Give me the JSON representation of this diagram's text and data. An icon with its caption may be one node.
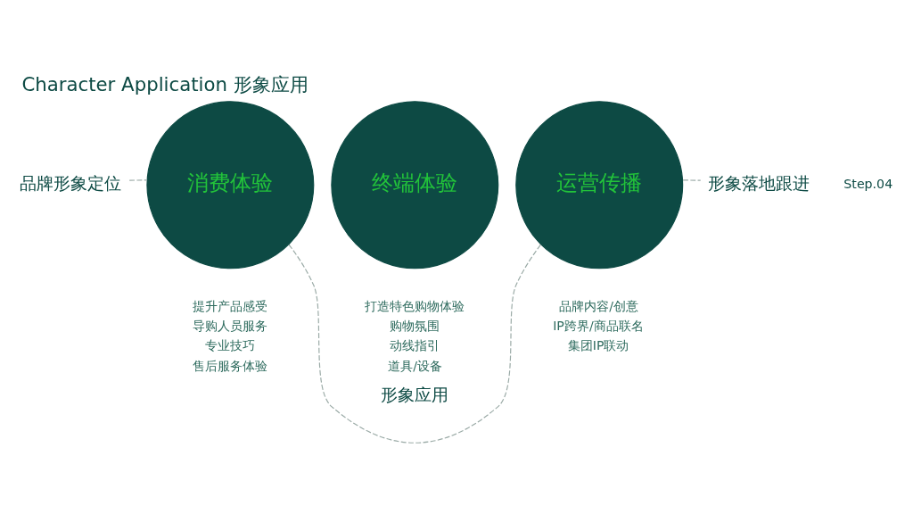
{
  "diagram": {
    "title": "Character Application 形象应用",
    "nodes": [
      {
        "text": [
          "品牌形象定位"
        ]
      },
      {
        "text": [
          "消费体验"
        ],
        "beside": [
          "提升产品感受",
          "导购人员服务",
          "专业技巧",
          "售后服务体验"
        ]
      },
      {
        "text": [
          "终端体验"
        ],
        "beside": [
          "打造特色购物体验",
          "购物氛围",
          "动线指引",
          "道具/设备"
        ]
      },
      {
        "text": [
          "运营传播"
        ],
        "beside": [
          "品牌内容/创意",
          "IP跨界/商品联名",
          "集团IP联动"
        ]
      },
      {
        "text": [
          "形象落地跟进"
        ]
      }
    ],
    "edges": [
      {
        "from": 0,
        "to": 1,
        "arrow": "none",
        "style": "dashed"
      },
      {
        "from": 1,
        "to": 3,
        "arrow": "none",
        "style": "dashed",
        "label": "形象应用"
      },
      {
        "from": 3,
        "to": 4,
        "arrow": "none",
        "style": "dashed"
      }
    ],
    "labels": [
      "Step.04"
    ]
  }
}
